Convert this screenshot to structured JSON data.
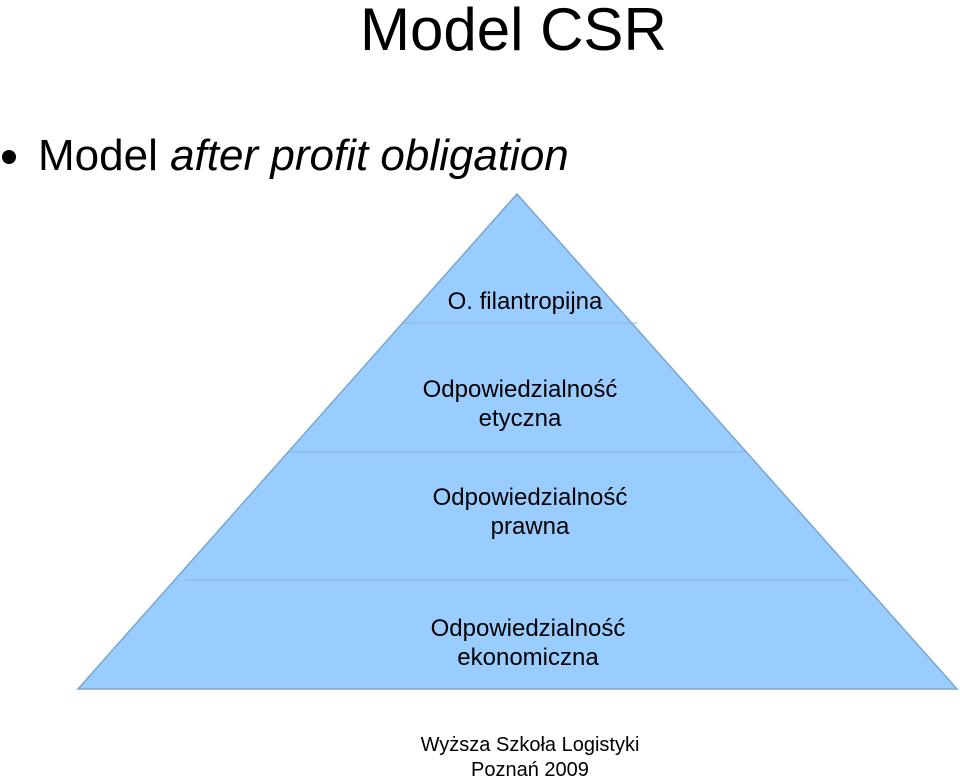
{
  "slide": {
    "title": "Model CSR",
    "bullet": {
      "text_plain": "Model ",
      "text_italic": "after profit obligation"
    }
  },
  "pyramid": {
    "levels": [
      {
        "line1": "O. filantropijna",
        "line2": ""
      },
      {
        "line1": "Odpowiedzialność",
        "line2": "etyczna"
      },
      {
        "line1": "Odpowiedzialność",
        "line2": "prawna"
      },
      {
        "line1": "Odpowiedzialność",
        "line2": "ekonomiczna"
      }
    ],
    "fill_top": "#99ccff",
    "fill_bottom": "#99ccff",
    "stroke": "#7aa6cc"
  },
  "footer": {
    "line1": "Wyższa Szkoła Logistyki",
    "line2": "Poznań 2009"
  }
}
